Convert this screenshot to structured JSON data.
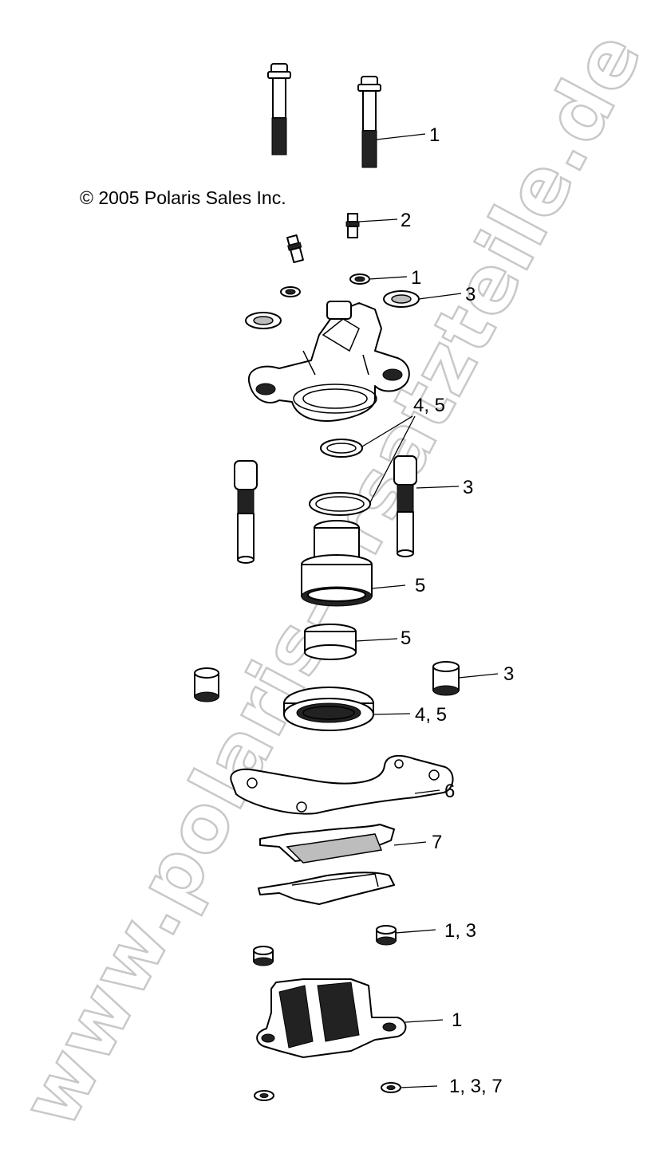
{
  "copyright": "© 2005 Polaris Sales Inc.",
  "watermark": "www.polaris-ersatzteile.de",
  "callouts": [
    {
      "id": "c1",
      "text": "1"
    },
    {
      "id": "c2",
      "text": "2"
    },
    {
      "id": "c3",
      "text": "1"
    },
    {
      "id": "c4",
      "text": "3"
    },
    {
      "id": "c5",
      "text": "4, 5"
    },
    {
      "id": "c6",
      "text": "3"
    },
    {
      "id": "c7",
      "text": "5"
    },
    {
      "id": "c8",
      "text": "5"
    },
    {
      "id": "c9",
      "text": "3"
    },
    {
      "id": "c10",
      "text": "4, 5"
    },
    {
      "id": "c11",
      "text": "6"
    },
    {
      "id": "c12",
      "text": "7"
    },
    {
      "id": "c13",
      "text": "1, 3"
    },
    {
      "id": "c14",
      "text": "1"
    },
    {
      "id": "c15",
      "text": "1, 3, 7"
    }
  ]
}
